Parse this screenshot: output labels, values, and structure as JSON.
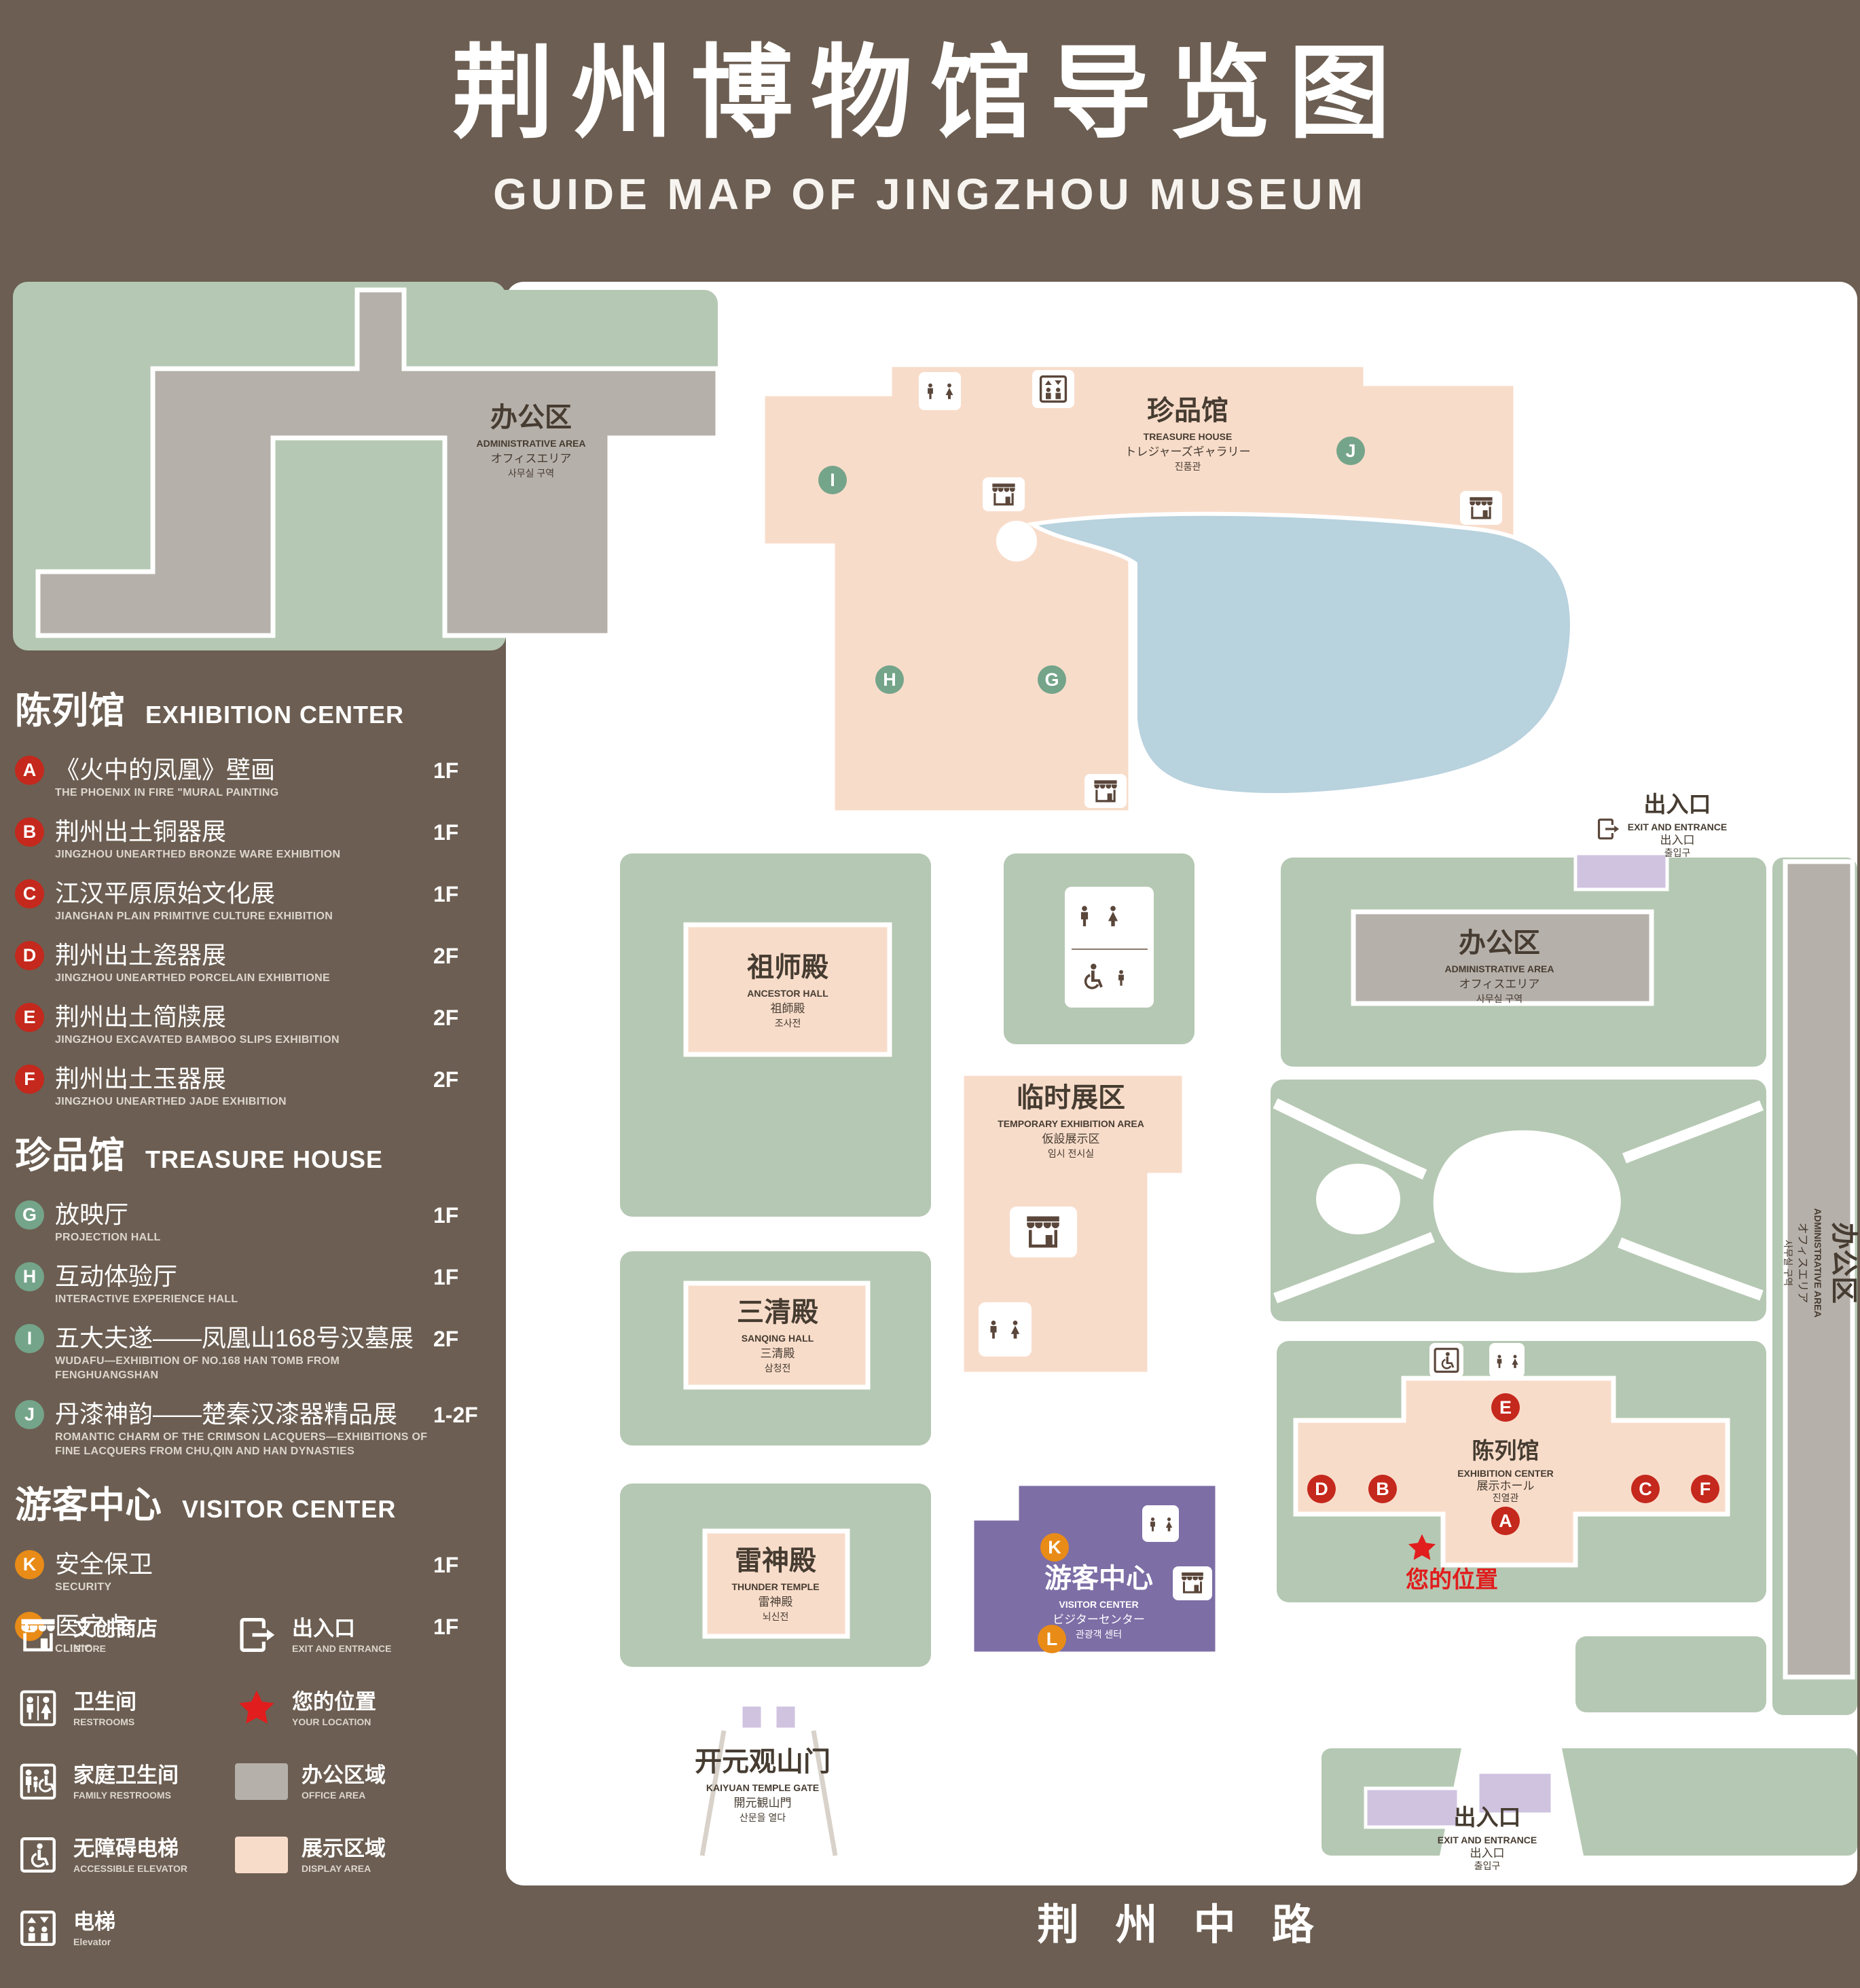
{
  "header": {
    "title": "荆州博物馆导览图",
    "subtitle": "GUIDE MAP OF JINGZHOU MUSEUM"
  },
  "legend": {
    "sections": [
      {
        "title_zh": "陈列馆",
        "title_en": "EXHIBITION CENTER",
        "items": [
          {
            "letter": "A",
            "zh": "《火中的凤凰》壁画",
            "en": "THE PHOENIX IN FIRE \"MURAL PAINTING",
            "floor": "1F"
          },
          {
            "letter": "B",
            "zh": "荆州出土铜器展",
            "en": "JINGZHOU UNEARTHED BRONZE WARE EXHIBITION",
            "floor": "1F"
          },
          {
            "letter": "C",
            "zh": "江汉平原原始文化展",
            "en": "JIANGHAN PLAIN PRIMITIVE CULTURE EXHIBITION",
            "floor": "1F"
          },
          {
            "letter": "D",
            "zh": "荆州出土瓷器展",
            "en": "JINGZHOU UNEARTHED PORCELAIN EXHIBITIONE",
            "floor": "2F"
          },
          {
            "letter": "E",
            "zh": "荆州出土简牍展",
            "en": "JINGZHOU EXCAVATED BAMBOO SLIPS EXHIBITION",
            "floor": "2F"
          },
          {
            "letter": "F",
            "zh": "荆州出土玉器展",
            "en": "JINGZHOU UNEARTHED JADE EXHIBITION",
            "floor": "2F"
          }
        ]
      },
      {
        "title_zh": "珍品馆",
        "title_en": "TREASURE HOUSE",
        "items": [
          {
            "letter": "G",
            "zh": "放映厅",
            "en": "PROJECTION HALL",
            "floor": "1F"
          },
          {
            "letter": "H",
            "zh": "互动体验厅",
            "en": "INTERACTIVE EXPERIENCE HALL",
            "floor": "1F"
          },
          {
            "letter": "I",
            "zh": "五大夫遂——凤凰山168号汉墓展",
            "en": "WUDAFU—EXHIBITION OF NO.168 HAN TOMB FROM FENGHUANGSHAN",
            "floor": "2F"
          },
          {
            "letter": "J",
            "zh": "丹漆神韵——楚秦汉漆器精品展",
            "en": "ROMANTIC CHARM OF THE CRIMSON LACQUERS—EXHIBITIONS OF FINE LACQUERS FROM CHU,QIN AND HAN DYNASTIES",
            "floor": "1-2F"
          }
        ]
      },
      {
        "title_zh": "游客中心",
        "title_en": "VISITOR CENTER",
        "items": [
          {
            "letter": "K",
            "zh": "安全保卫",
            "en": "SECURITY",
            "floor": "1F"
          },
          {
            "letter": "L",
            "zh": "医疗点",
            "en": "CLINIC",
            "floor": "1F"
          }
        ]
      }
    ],
    "symbols": [
      {
        "zh": "文创商店",
        "en": "STORE"
      },
      {
        "zh": "出入口",
        "en": "EXIT AND ENTRANCE"
      },
      {
        "zh": "卫生间",
        "en": "RESTROOMS"
      },
      {
        "zh": "您的位置",
        "en": "YOUR LOCATION"
      },
      {
        "zh": "家庭卫生间",
        "en": "FAMILY RESTROOMS"
      },
      {
        "zh": "办公区域",
        "en": "OFFICE AREA"
      },
      {
        "zh": "无障碍电梯",
        "en": "ACCESSIBLE ELEVATOR"
      },
      {
        "zh": "展示区域",
        "en": "DISPLAY AREA"
      },
      {
        "zh": "电梯",
        "en": "Elevator"
      }
    ]
  },
  "map": {
    "labels": {
      "admin": {
        "zh": "办公区",
        "en": "ADMINISTRATIVE AREA",
        "jp": "オフィスエリア",
        "kr": "사무실 구역"
      },
      "treasure": {
        "zh": "珍品馆",
        "en": "TREASURE HOUSE",
        "jp": "トレジャーズギャラリー",
        "kr": "진품관"
      },
      "exit": {
        "zh": "出入口",
        "en": "EXIT AND ENTRANCE",
        "jp": "出入口",
        "kr": "출입구"
      },
      "ancestor": {
        "zh": "祖师殿",
        "en": "ANCESTOR HALL",
        "jp": "祖師殿",
        "kr": "조사전"
      },
      "temp": {
        "zh": "临时展区",
        "en": "TEMPORARY EXHIBITION AREA",
        "jp": "仮設展示区",
        "kr": "임시 전시실"
      },
      "sanqing": {
        "zh": "三清殿",
        "en": "SANQING HALL",
        "jp": "三清殿",
        "kr": "삼청전"
      },
      "thunder": {
        "zh": "雷神殿",
        "en": "THUNDER TEMPLE",
        "jp": "雷神殿",
        "kr": "뇌신전"
      },
      "visitor": {
        "zh": "游客中心",
        "en": "VISITOR CENTER",
        "jp": "ビジターセンター",
        "kr": "관광객 센터"
      },
      "exhibition": {
        "zh": "陈列馆",
        "en": "EXHIBITION CENTER",
        "jp": "展示ホール",
        "kr": "진열관"
      },
      "gate": {
        "zh": "开元观山门",
        "en": "KAIYUAN TEMPLE GATE",
        "jp": "開元観山門",
        "kr": "산문을 열다"
      },
      "road": "荆 州 中 路",
      "your_location": "您的位置"
    },
    "markers": {
      "a": "A",
      "b": "B",
      "c": "C",
      "d": "D",
      "e": "E",
      "f": "F",
      "g": "G",
      "h": "H",
      "i": "I",
      "j": "J",
      "k": "K",
      "l": "L"
    }
  },
  "colors": {
    "background": "#6c5e52",
    "green": "#b5c8b3",
    "display_area": "#f8dcca",
    "office_area": "#b6b0aa",
    "water": "#b8d2de",
    "visitor_center": "#7d6ea6",
    "entrance_building": "#cfc3e0",
    "marker_red": "#c5281c",
    "marker_green": "#74a489",
    "marker_orange": "#e98b17",
    "star_red": "#e11d1d"
  }
}
